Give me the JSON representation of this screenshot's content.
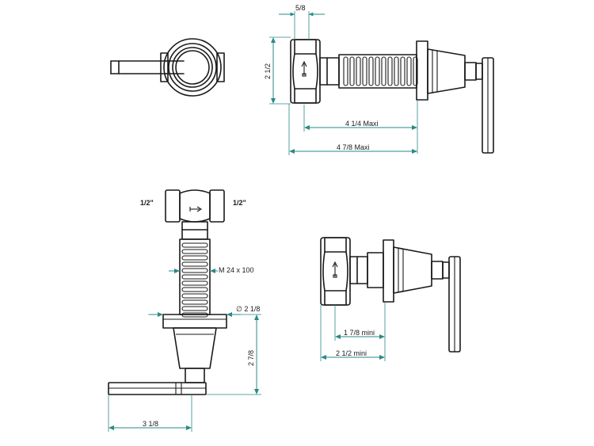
{
  "dimensions": {
    "top_width": "5/8",
    "top_height": "2 1/2",
    "top_length_inner": "4 1/4  Maxi",
    "top_length_outer": "4 7/8  Maxi",
    "thread_spec": "M  24  x 100",
    "flange_diameter": "∅  2 1/8",
    "front_height": "2 7/8",
    "handle_length": "3 1/8",
    "right_length_inner": "1 7/8  mini",
    "right_length_outer": "2 1/2  mini"
  },
  "labels": {
    "port_left": "1/2\"",
    "port_right": "1/2\""
  },
  "colors": {
    "linework": "#1a1a1a",
    "dimension": "#2a8a86"
  }
}
